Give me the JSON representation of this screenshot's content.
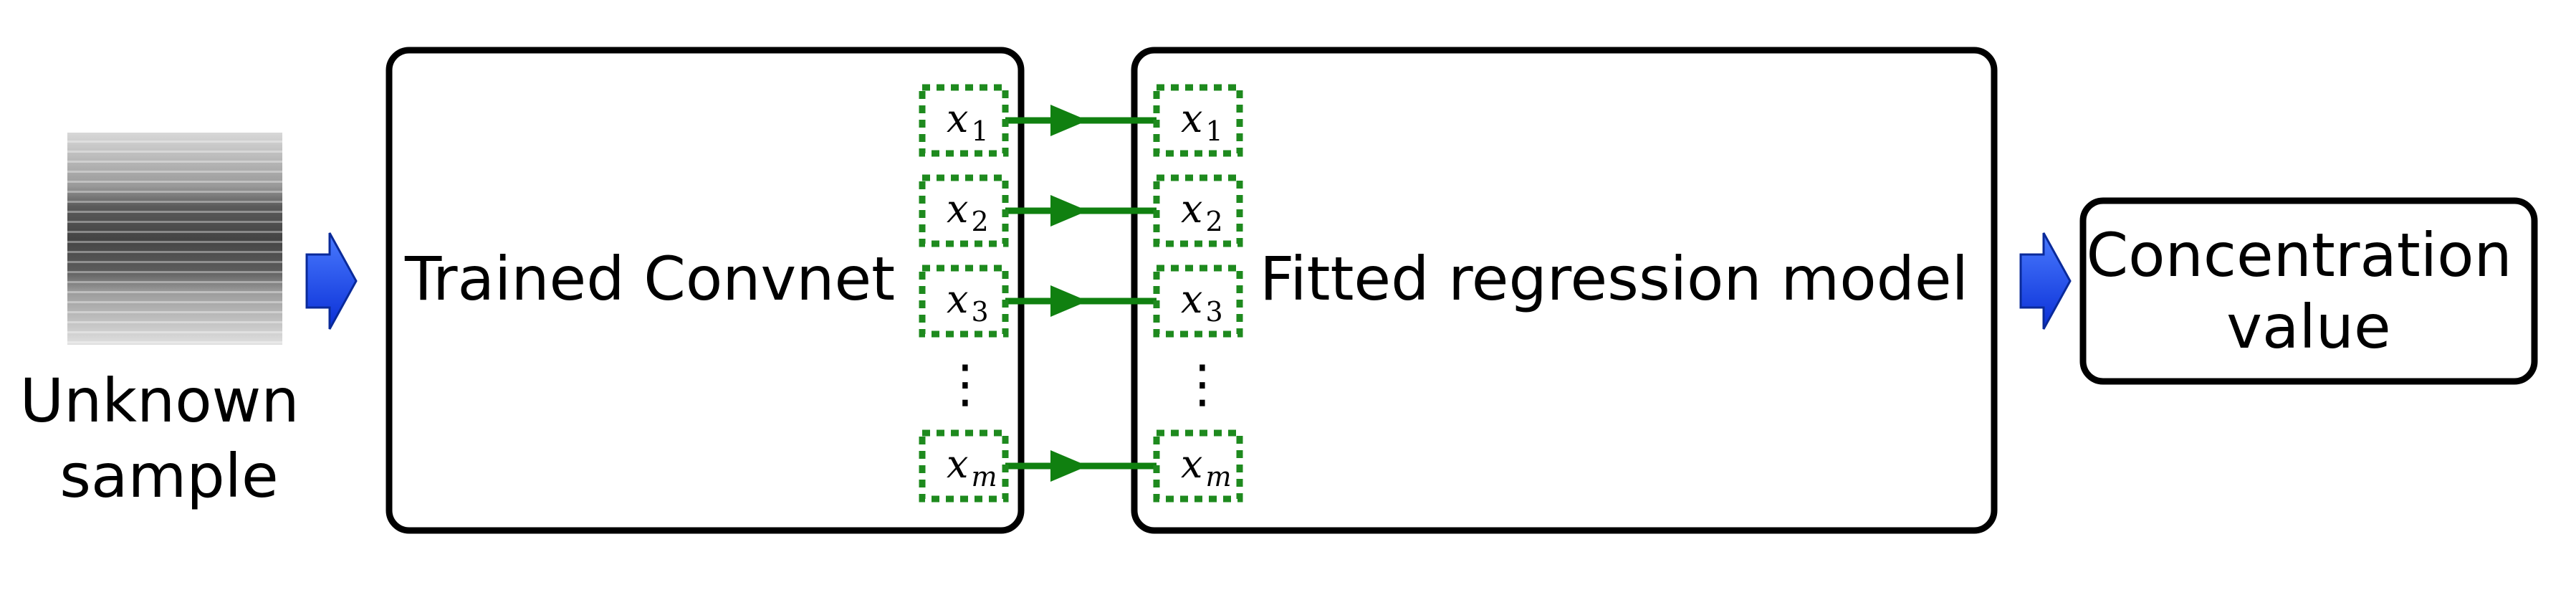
{
  "input_label": "Unknown\nsample",
  "convnet": {
    "label": "Trained Convnet"
  },
  "features": [
    {
      "var": "x",
      "sub": "1"
    },
    {
      "var": "x",
      "sub": "2"
    },
    {
      "var": "x",
      "sub": "3"
    },
    {
      "var": "x",
      "sub": "m",
      "sub_italic": true
    }
  ],
  "ellipsis": "⋮",
  "regression": {
    "label": "Fitted regression model"
  },
  "output": {
    "label": "Concentration\nvalue"
  },
  "colors": {
    "arrow_fill": "#1f4fff",
    "feature_border": "#1e8a1e",
    "connector": "#108010"
  }
}
